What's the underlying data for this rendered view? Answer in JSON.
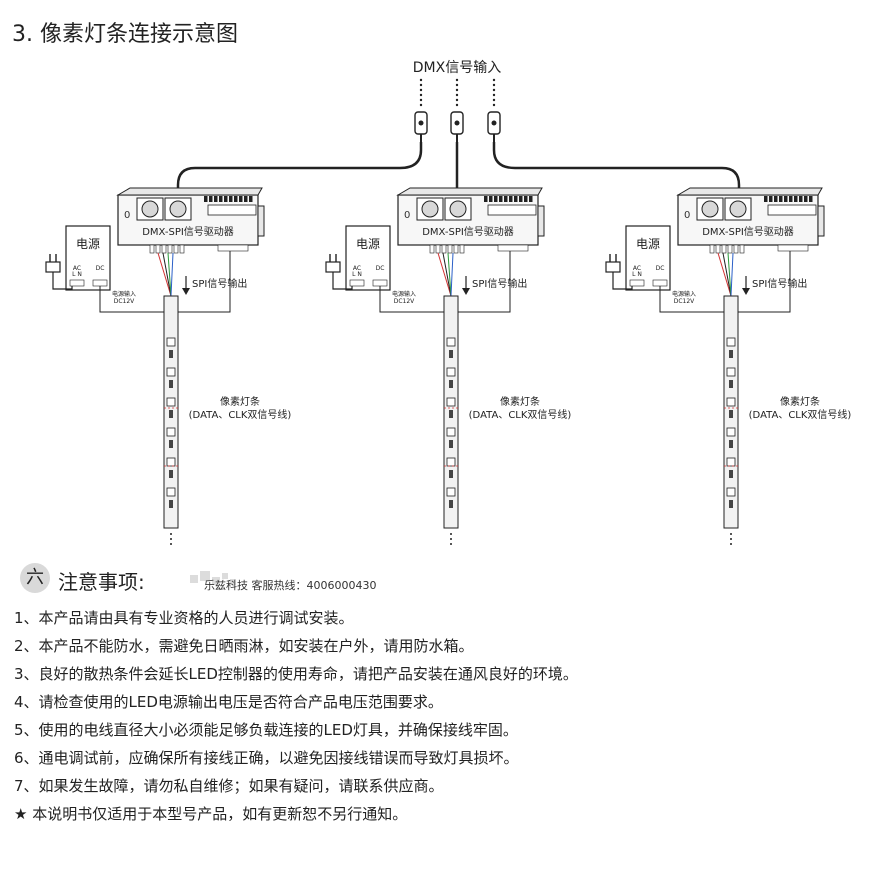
{
  "heading": "3. 像素灯条连接示意图",
  "diagram": {
    "dmx_input_label": "DMX信号输入",
    "controller_label": "DMX-SPI信号驱动器",
    "power_label": "电源",
    "power_terminals": {
      "ac": "AC",
      "ln": "L N",
      "dc": "DC"
    },
    "power_input_label": "电源输入",
    "power_input_voltage": "DC12V",
    "spi_output_label": "SPI信号输出",
    "strip_label": "像素灯条",
    "strip_sublabel": "(DATA、CLK双信号线)",
    "units": 3
  },
  "notes": {
    "number": "六",
    "label": "注意事项:",
    "hotline": "乐兹科技 客服热线：4006000430",
    "items": [
      "1、本产品请由具有专业资格的人员进行调试安装。",
      "2、本产品不能防水，需避免日晒雨淋，如安装在户外，请用防水箱。",
      "3、良好的散热条件会延长LED控制器的使用寿命，请把产品安装在通风良好的环境。",
      "4、请检查使用的LED电源输出电压是否符合产品电压范围要求。",
      "5、使用的电线直径大小必须能足够负载连接的LED灯具，并确保接线牢固。",
      "6、通电调试前，应确保所有接线正确，以避免因接线错误而导致灯具损坏。",
      "7、如果发生故障，请勿私自维修；如果有疑问，请联系供应商。"
    ],
    "footnote": "★ 本说明书仅适用于本型号产品，如有更新恕不另行通知。"
  },
  "colors": {
    "line": "#222222",
    "box_fill": "#f7f7f7",
    "strip_fill": "#f2f2f2",
    "accent_red": "#d33333",
    "accent_green": "#2a9a3a",
    "accent_blue": "#2b5fc7"
  }
}
